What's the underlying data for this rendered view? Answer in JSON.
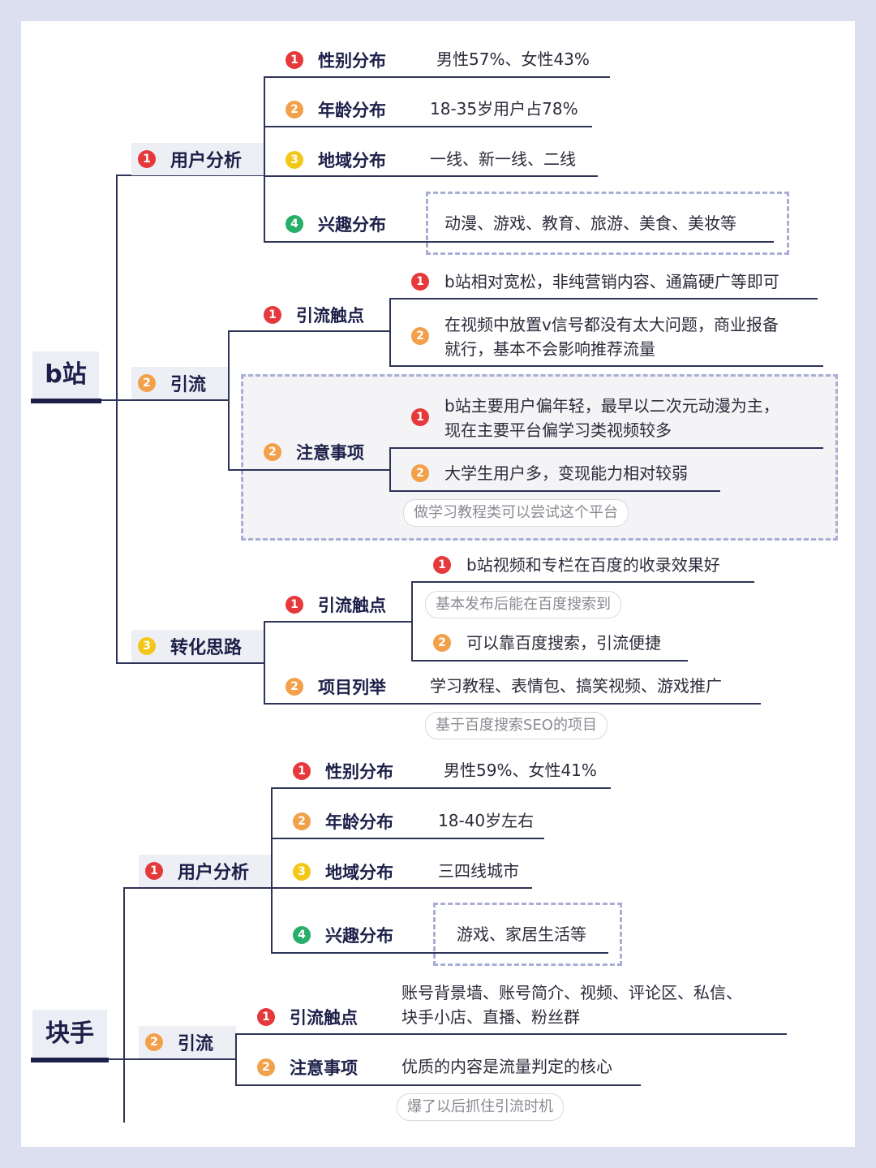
{
  "bzhan": {
    "root": "b站",
    "user": {
      "num": "1",
      "label": "用户分析",
      "items": [
        {
          "num": "1",
          "label": "性别分布",
          "text": "男性57%、女性43%"
        },
        {
          "num": "2",
          "label": "年龄分布",
          "text": "18-35岁用户占78%"
        },
        {
          "num": "3",
          "label": "地域分布",
          "text": "一线、新一线、二线"
        },
        {
          "num": "4",
          "label": "兴趣分布",
          "text": "动漫、游戏、教育、旅游、美食、美妆等"
        }
      ]
    },
    "traffic": {
      "num": "2",
      "label": "引流",
      "touch": {
        "num": "1",
        "label": "引流触点",
        "items": [
          {
            "num": "1",
            "lines": [
              "b站相对宽松，非纯营销内容、通篇硬广等即可"
            ]
          },
          {
            "num": "2",
            "lines": [
              "在视频中放置v信号都没有太大问题，商业报备",
              "就行，基本不会影响推荐流量"
            ]
          }
        ]
      },
      "notes": {
        "num": "2",
        "label": "注意事项",
        "items": [
          {
            "num": "1",
            "lines": [
              "b站主要用户偏年轻，最早以二次元动漫为主，",
              "现在主要平台偏学习类视频较多"
            ]
          },
          {
            "num": "2",
            "lines": [
              "大学生用户多，变现能力相对较弱"
            ]
          }
        ],
        "tip": "做学习教程类可以尝试这个平台"
      }
    },
    "convert": {
      "num": "3",
      "label": "转化思路",
      "touch": {
        "num": "1",
        "label": "引流触点",
        "items": [
          {
            "num": "1",
            "text": "b站视频和专栏在百度的收录效果好",
            "tip": "基本发布后能在百度搜索到"
          },
          {
            "num": "2",
            "text": "可以靠百度搜索，引流便捷"
          }
        ]
      },
      "projects": {
        "num": "2",
        "label": "项目列举",
        "text": "学习教程、表情包、搞笑视频、游戏推广",
        "tip": "基于百度搜索SEO的项目"
      }
    }
  },
  "kuaishou": {
    "root": "块手",
    "user": {
      "num": "1",
      "label": "用户分析",
      "items": [
        {
          "num": "1",
          "label": "性别分布",
          "text": "男性59%、女性41%"
        },
        {
          "num": "2",
          "label": "年龄分布",
          "text": "18-40岁左右"
        },
        {
          "num": "3",
          "label": "地域分布",
          "text": "三四线城市"
        },
        {
          "num": "4",
          "label": "兴趣分布",
          "text": "游戏、家居生活等"
        }
      ]
    },
    "traffic": {
      "num": "2",
      "label": "引流",
      "touch": {
        "num": "1",
        "label": "引流触点",
        "lines": [
          "账号背景墙、账号简介、视频、评论区、私信、",
          "块手小店、直播、粉丝群"
        ]
      },
      "notes": {
        "num": "2",
        "label": "注意事项",
        "text": "优质的内容是流量判定的核心",
        "tip": "爆了以后抓住引流时机"
      }
    }
  }
}
